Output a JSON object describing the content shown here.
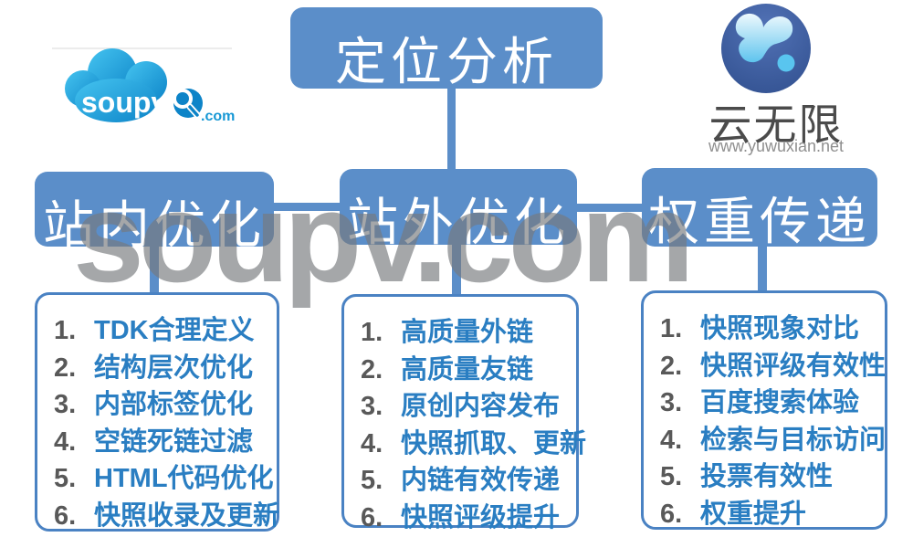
{
  "watermark": {
    "text": "soupv.com"
  },
  "logos": {
    "left": {
      "brand": "soupv",
      "suffix": ".com"
    },
    "right": {
      "brand": "云无限",
      "site": "www.yuwuxian.net"
    }
  },
  "root": {
    "label": "定位分析"
  },
  "branches": [
    {
      "label": "站内优化",
      "items": [
        {
          "n": "1.",
          "text": "TDK合理定义"
        },
        {
          "n": "2.",
          "text": "结构层次优化"
        },
        {
          "n": "3.",
          "text": "内部标签优化"
        },
        {
          "n": "4.",
          "text": "空链死链过滤"
        },
        {
          "n": "5.",
          "text": "HTML代码优化"
        },
        {
          "n": "6.",
          "text": "快照收录及更新"
        }
      ]
    },
    {
      "label": "站外优化",
      "items": [
        {
          "n": "1.",
          "text": "高质量外链"
        },
        {
          "n": "2.",
          "text": "高质量友链"
        },
        {
          "n": "3.",
          "text": "原创内容发布"
        },
        {
          "n": "4.",
          "text": "快照抓取、更新"
        },
        {
          "n": "5.",
          "text": "内链有效传递"
        },
        {
          "n": "6.",
          "text": "快照评级提升"
        }
      ]
    },
    {
      "label": "权重传递",
      "items": [
        {
          "n": "1.",
          "text": "快照现象对比"
        },
        {
          "n": "2.",
          "text": "快照评级有效性"
        },
        {
          "n": "3.",
          "text": "百度搜索体验"
        },
        {
          "n": "4.",
          "text": "检索与目标访问"
        },
        {
          "n": "5.",
          "text": "投票有效性"
        },
        {
          "n": "6.",
          "text": "权重提升"
        }
      ]
    }
  ],
  "colors": {
    "node_blue": "#5b8ec9",
    "list_border_blue": "#4a82c3",
    "item_text_blue": "#2a7ec2",
    "item_number_gray": "#595959",
    "watermark_gray": "#ababab",
    "soupv_cloud_blue": "#0d84c8",
    "soupv_com_blue": "#1798d5",
    "yun_circle_blue": "#31508f",
    "yun_blob_blue": "#6fcdf2"
  }
}
